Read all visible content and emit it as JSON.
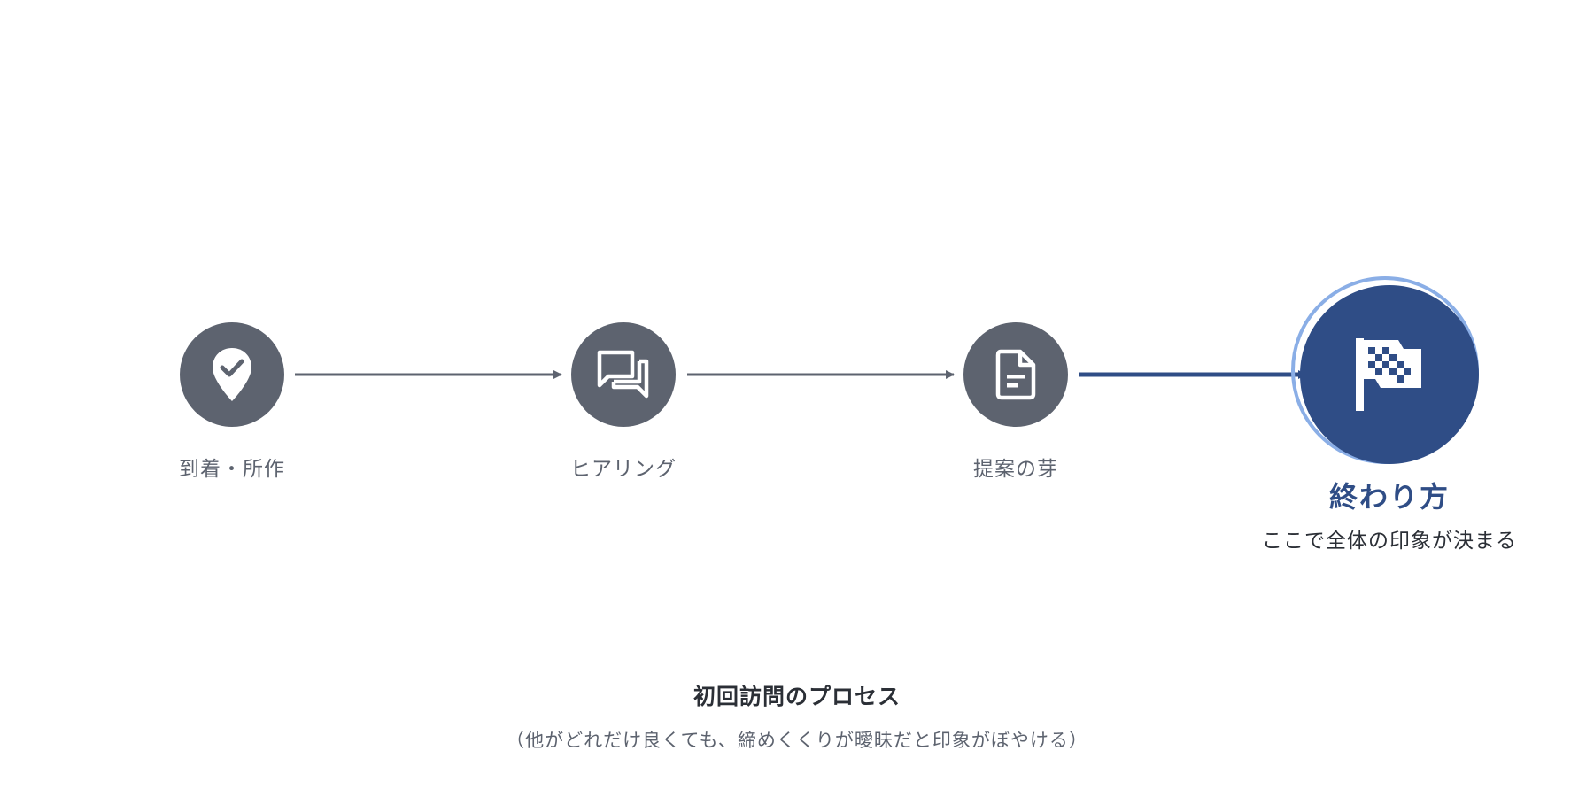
{
  "steps": [
    {
      "label": "到着・所作",
      "icon": "pin-check-icon"
    },
    {
      "label": "ヒアリング",
      "icon": "chat-bubbles-icon"
    },
    {
      "label": "提案の芽",
      "icon": "document-icon"
    }
  ],
  "final_step": {
    "title": "終わり方",
    "subtitle": "ここで全体の印象が決まる",
    "icon": "checkered-flag-icon"
  },
  "caption": {
    "title": "初回訪問のプロセス",
    "subtitle": "（他がどれだけ良くても、締めくくりが曖昧だと印象がぼやける）"
  },
  "colors": {
    "step_fill": "#5d636f",
    "final_fill": "#2f4d86",
    "final_ring": "#8aaee6",
    "connector": "#5d636f",
    "final_connector": "#2f4d86"
  }
}
